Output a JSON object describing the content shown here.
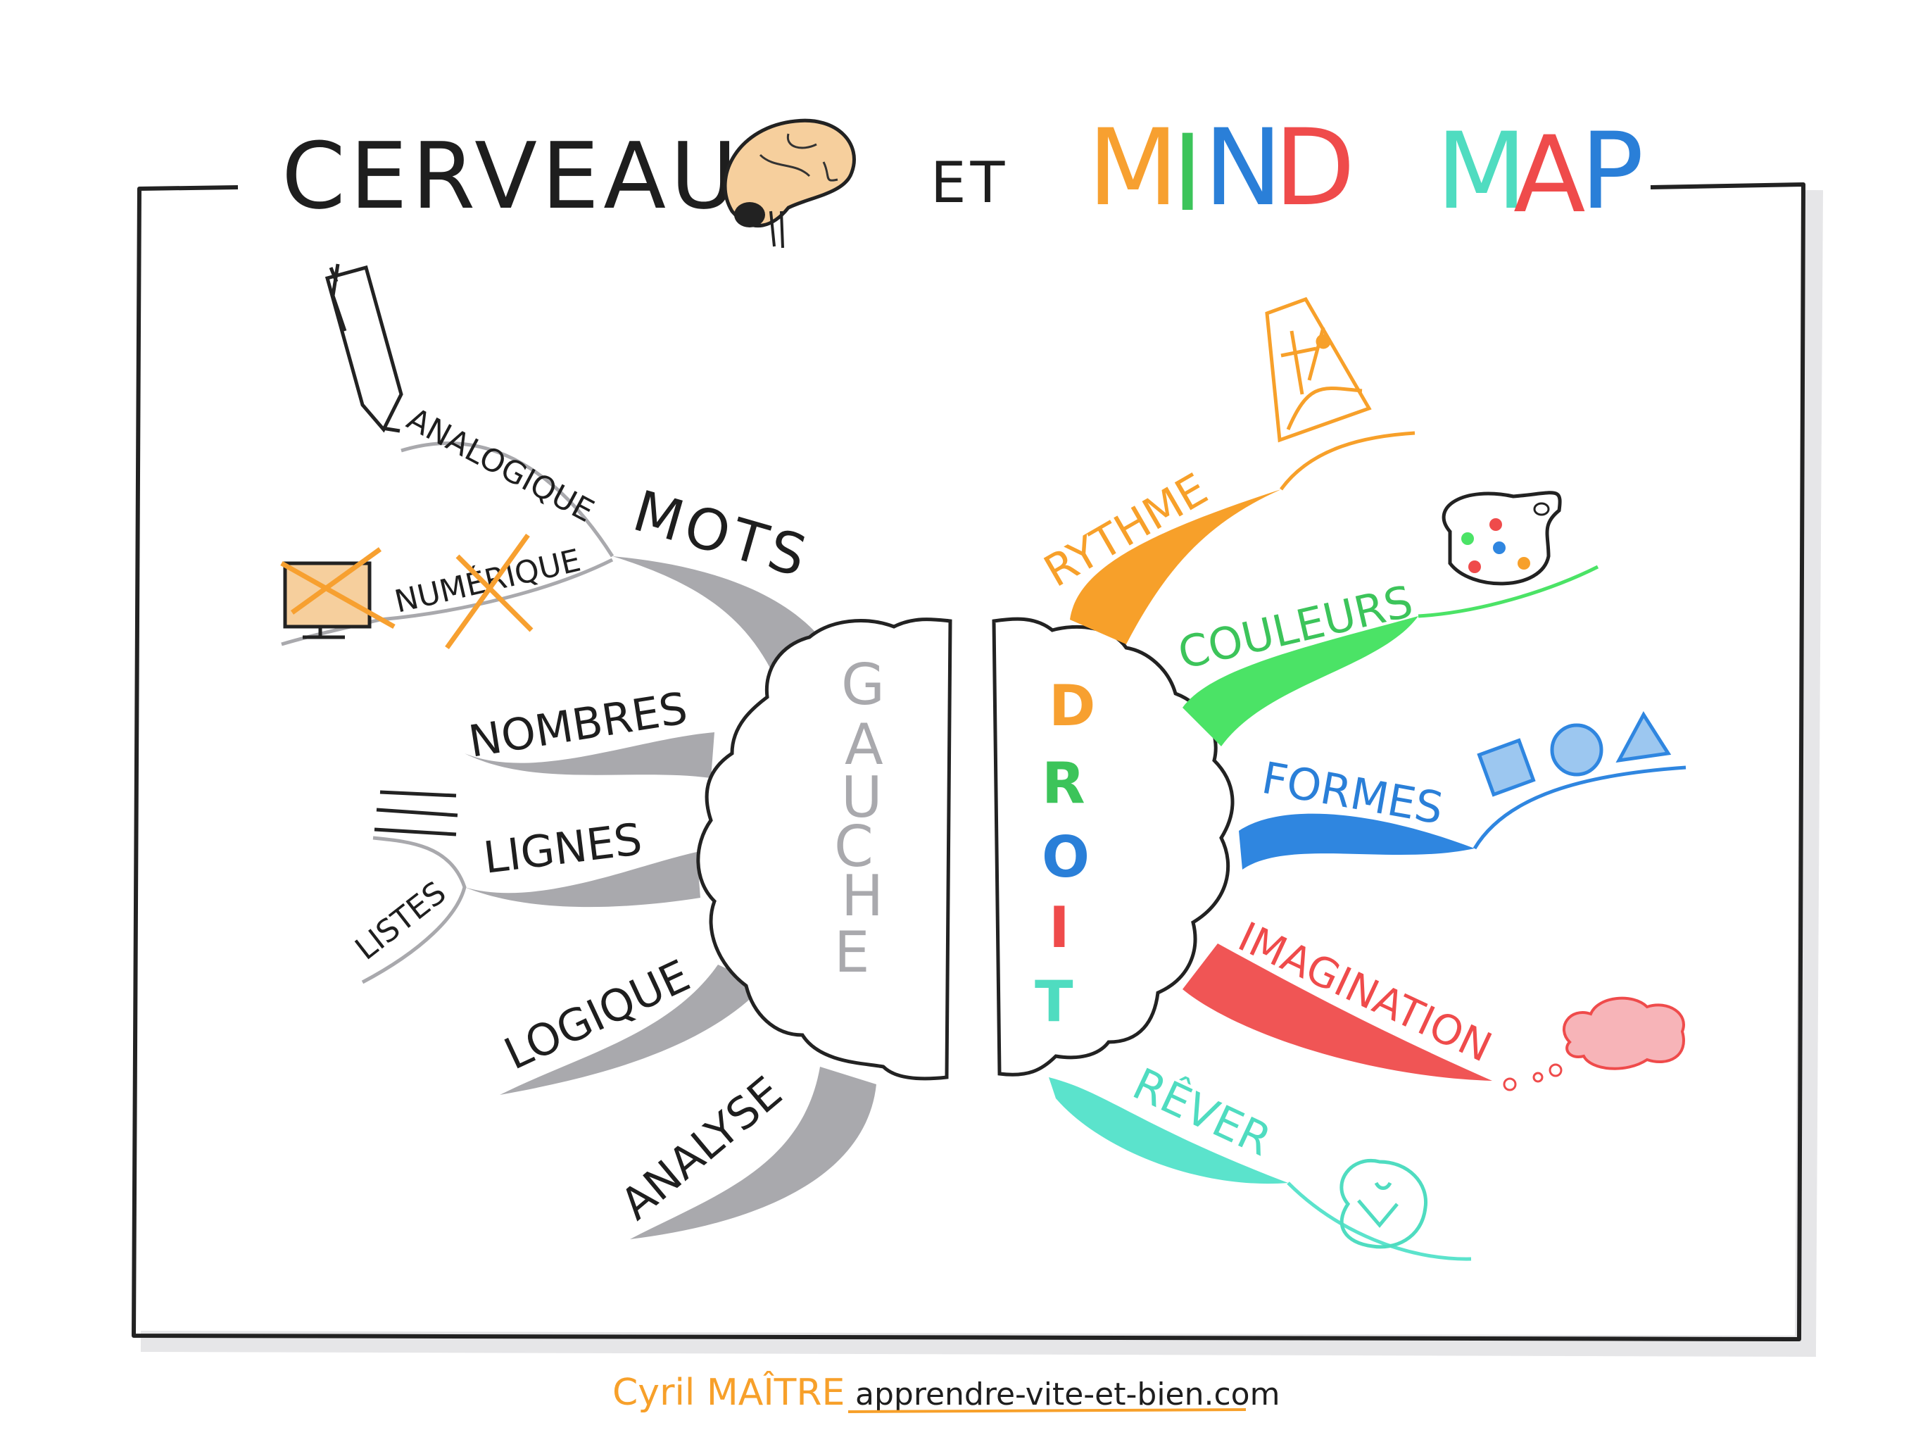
{
  "title": {
    "word1": "CERVEAU",
    "word2": "ET",
    "mind_letters": [
      "M",
      "I",
      "N",
      "D"
    ],
    "map_letters": [
      "M",
      "A",
      "P"
    ]
  },
  "colors": {
    "mind": [
      "#f7a030",
      "#3cc45a",
      "#2a7fd8",
      "#ef4b4b"
    ],
    "map": [
      "#4fdcc0",
      "#ef4b4b",
      "#2a7fd8"
    ],
    "left_branch": "#a9a9ad",
    "rythme": "#f7a02a",
    "couleurs": "#4be366",
    "formes": "#2f86e0",
    "imagination": "#f05555",
    "rever": "#5be3cc"
  },
  "left_hemisphere": {
    "letters": [
      "G",
      "A",
      "U",
      "C",
      "H",
      "E"
    ],
    "branches": {
      "mots": "MOTS",
      "analogique": "ANALOGIQUE",
      "numerique": "NUMÉRIQUE",
      "nombres": "NOMBRES",
      "lignes": "LIGNES",
      "listes": "LISTES",
      "logique": "LOGIQUE",
      "analyse": "ANALYSE"
    }
  },
  "right_hemisphere": {
    "letters": [
      "D",
      "R",
      "O",
      "I",
      "T"
    ],
    "letter_colors": [
      "#f7a030",
      "#3cc45a",
      "#2a7fd8",
      "#ef4b4b",
      "#4fdcc0"
    ],
    "branches": {
      "rythme": "RYTHME",
      "couleurs": "COULEURS",
      "formes": "FORMES",
      "imagination": "IMAGINATION",
      "rever": "RÊVER"
    }
  },
  "footer": {
    "author": "Cyril MAÎTRE",
    "website": "apprendre-vite-et-bien.com"
  }
}
